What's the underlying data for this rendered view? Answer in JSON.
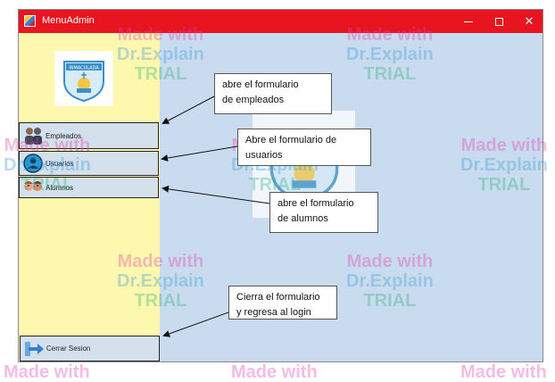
{
  "window": {
    "title": "MenuAdmin",
    "icons": {
      "minimize": "minimize-icon",
      "maximize": "maximize-icon",
      "close": "close-icon"
    },
    "close_glyph": "✕"
  },
  "sidebar": {
    "logo_text": "INMACULADA",
    "buttons": [
      {
        "label": "Empleados",
        "icon": "employees-icon"
      },
      {
        "label": "Usuarios",
        "icon": "user-icon"
      },
      {
        "label": "Alumnos",
        "icon": "students-icon"
      }
    ],
    "logout": {
      "label": "Cerrar Sesion",
      "icon": "logout-arrow-icon"
    }
  },
  "callouts": [
    {
      "line1": "abre el formulario",
      "line2": "de empleados"
    },
    {
      "line1": "Abre el formulario de",
      "line2": "usuarios"
    },
    {
      "line1": "abre el formulario",
      "line2": "de alumnos"
    },
    {
      "line1": "Cierra el formulario",
      "line2": "y regresa al login"
    }
  ],
  "watermark": {
    "line1": "Made with",
    "line2": "Dr.Explain",
    "line3": "TRIAL"
  },
  "colors": {
    "titlebar": "#e8141f",
    "sidebar": "#fdf8ae",
    "content": "#c9dbee"
  }
}
